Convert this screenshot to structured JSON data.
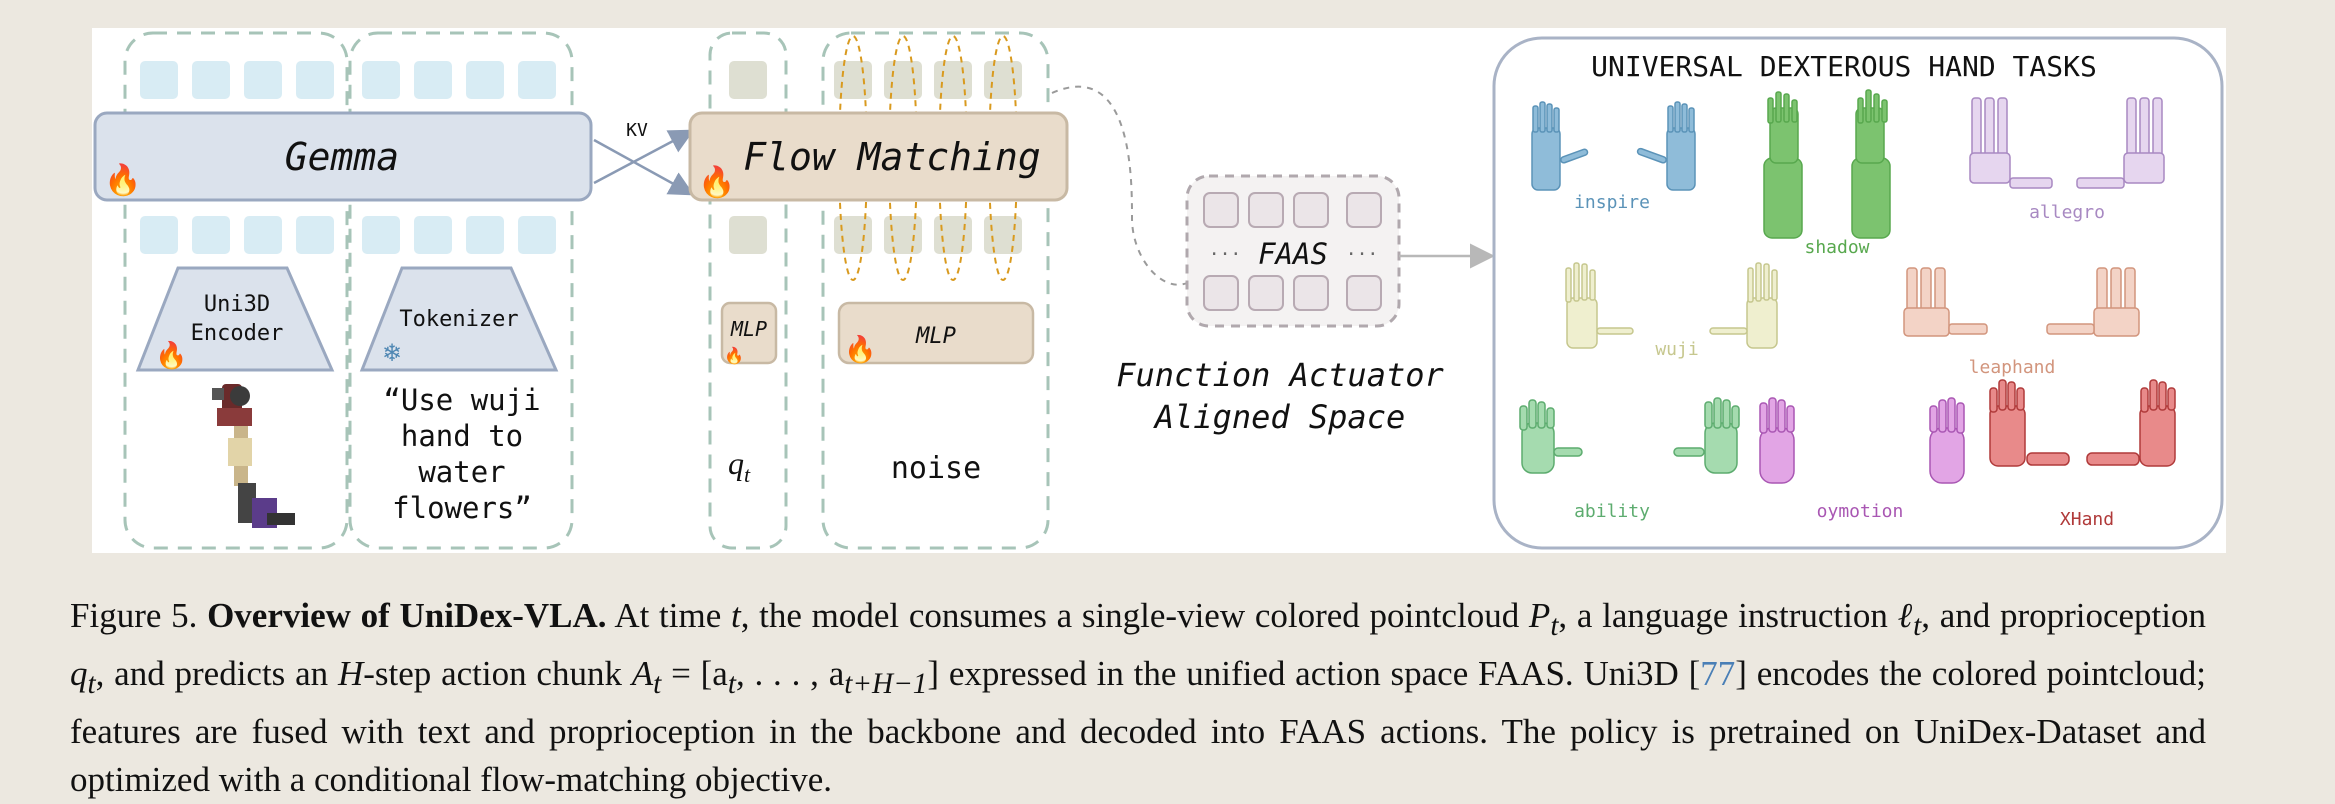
{
  "figure": {
    "backbone_label": "Gemma",
    "kv_label": "KV",
    "flow_matching_label": "Flow Matching",
    "encoder_label_line1": "Uni3D",
    "encoder_label_line2": "Encoder",
    "tokenizer_label": "Tokenizer",
    "instruction_lines": [
      "“Use wuji",
      "hand to",
      "water",
      "flowers”"
    ],
    "mlp_small_label": "MLP",
    "mlp_large_label": "MLP",
    "proprio_label": "q",
    "proprio_subscript": "t",
    "noise_label": "noise",
    "faas_label": "FAAS",
    "faas_dots": "···",
    "faas_full_line1": "Function Actuator",
    "faas_full_line2": "Aligned Space",
    "tasks_title": "UNIVERSAL DEXTEROUS HAND TASKS",
    "hands": [
      {
        "name": "inspire",
        "color": "#5b93b8"
      },
      {
        "name": "shadow",
        "color": "#58a84e"
      },
      {
        "name": "allegro",
        "color": "#a889c2"
      },
      {
        "name": "wuji",
        "color": "#c6c78e"
      },
      {
        "name": "leaphand",
        "color": "#d2957d"
      },
      {
        "name": "ability",
        "color": "#5dac6f"
      },
      {
        "name": "oymotion",
        "color": "#a957b3"
      },
      {
        "name": "XHand",
        "color": "#b03a3a"
      }
    ]
  },
  "caption": {
    "prefix": "Figure 5.",
    "title": "Overview of UniDex-VLA.",
    "s1": "At time",
    "s2": ", the model consumes a single-view colored pointcloud",
    "s3": ", a language instruction",
    "s4": ", and proprioception",
    "s5": ", and predicts an",
    "s6": "-step action chunk",
    "s7": "expressed in the unified action space FAAS. Uni3D [",
    "cite": "77",
    "s8": "] encodes the colored pointcloud; features are fused with text and proprioception in the backbone and decoded into FAAS actions. The policy is pretrained on UniDex-Dataset and optimized with a conditional flow-matching objective.",
    "math_t": "t",
    "math_P": "P",
    "math_l": "ℓ",
    "math_q": "q",
    "math_H": "H",
    "math_chunk": "A",
    "math_chunk_rest": " = [a",
    "math_chunk_mid": ", . . . , a",
    "math_chunk_end": "]",
    "sub_t": "t",
    "sub_tH": "t+H−1"
  },
  "colors": {
    "token_blue": "#d8ecf4",
    "token_beige": "#dedfd2",
    "gemma_fill": "#dbe2ec",
    "flow_fill": "#e9dccb",
    "dash_green": "#a7c4b8",
    "orange_dash": "#d99a1e"
  }
}
